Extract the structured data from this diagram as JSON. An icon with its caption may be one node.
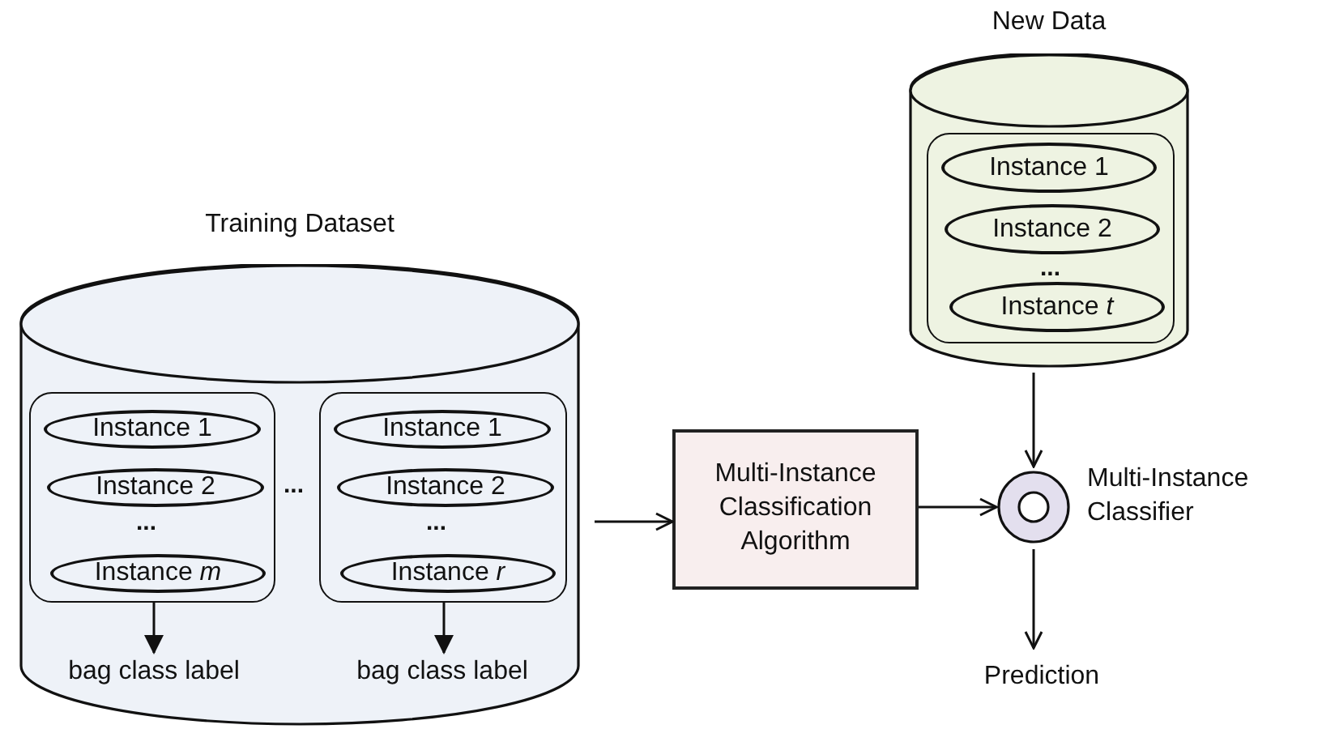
{
  "diagram": {
    "nodes": [
      {
        "text": [
          "Training Dataset"
        ]
      },
      {
        "text": [],
        "shape": "box",
        "in": 0
      },
      {
        "text": [
          "Instance 1"
        ],
        "in": 1
      },
      {
        "text": [
          "Instance 2"
        ],
        "in": 1
      },
      {
        "text": [
          "Instance *m*"
        ],
        "in": 1
      },
      {
        "text": [
          "bag class label"
        ],
        "in": 0
      },
      {
        "text": [],
        "shape": "box",
        "in": 0
      },
      {
        "text": [
          "Instance 1"
        ],
        "in": 6
      },
      {
        "text": [
          "Instance 2"
        ],
        "in": 6
      },
      {
        "text": [
          "Instance *r*"
        ],
        "in": 6
      },
      {
        "text": [
          "bag class label"
        ],
        "in": 0
      },
      {
        "text": [
          "Multi-Instance Classification Algorithm"
        ]
      },
      {
        "text": [
          "New Data"
        ]
      },
      {
        "text": [],
        "shape": "box",
        "in": 12
      },
      {
        "text": [
          "Instance 1"
        ],
        "in": 13
      },
      {
        "text": [
          "Instance 2"
        ],
        "in": 13
      },
      {
        "text": [
          "Instance *t*"
        ],
        "in": 13
      },
      {
        "text": [],
        "shape": "circle",
        "beside": [
          "Multi-Instance Classifier"
        ]
      },
      {
        "text": [
          "Prediction"
        ]
      }
    ],
    "edges": [
      {
        "from": 1,
        "to": 5,
        "arrow": "to"
      },
      {
        "from": 6,
        "to": 10,
        "arrow": "to"
      },
      {
        "from": 0,
        "to": 11,
        "arrow": "to"
      },
      {
        "from": 11,
        "to": 17,
        "arrow": "to"
      },
      {
        "from": 12,
        "to": 17,
        "arrow": "to"
      },
      {
        "from": 17,
        "to": 18,
        "arrow": "to"
      }
    ],
    "labels": [
      "...",
      "...",
      "...",
      "..."
    ]
  }
}
